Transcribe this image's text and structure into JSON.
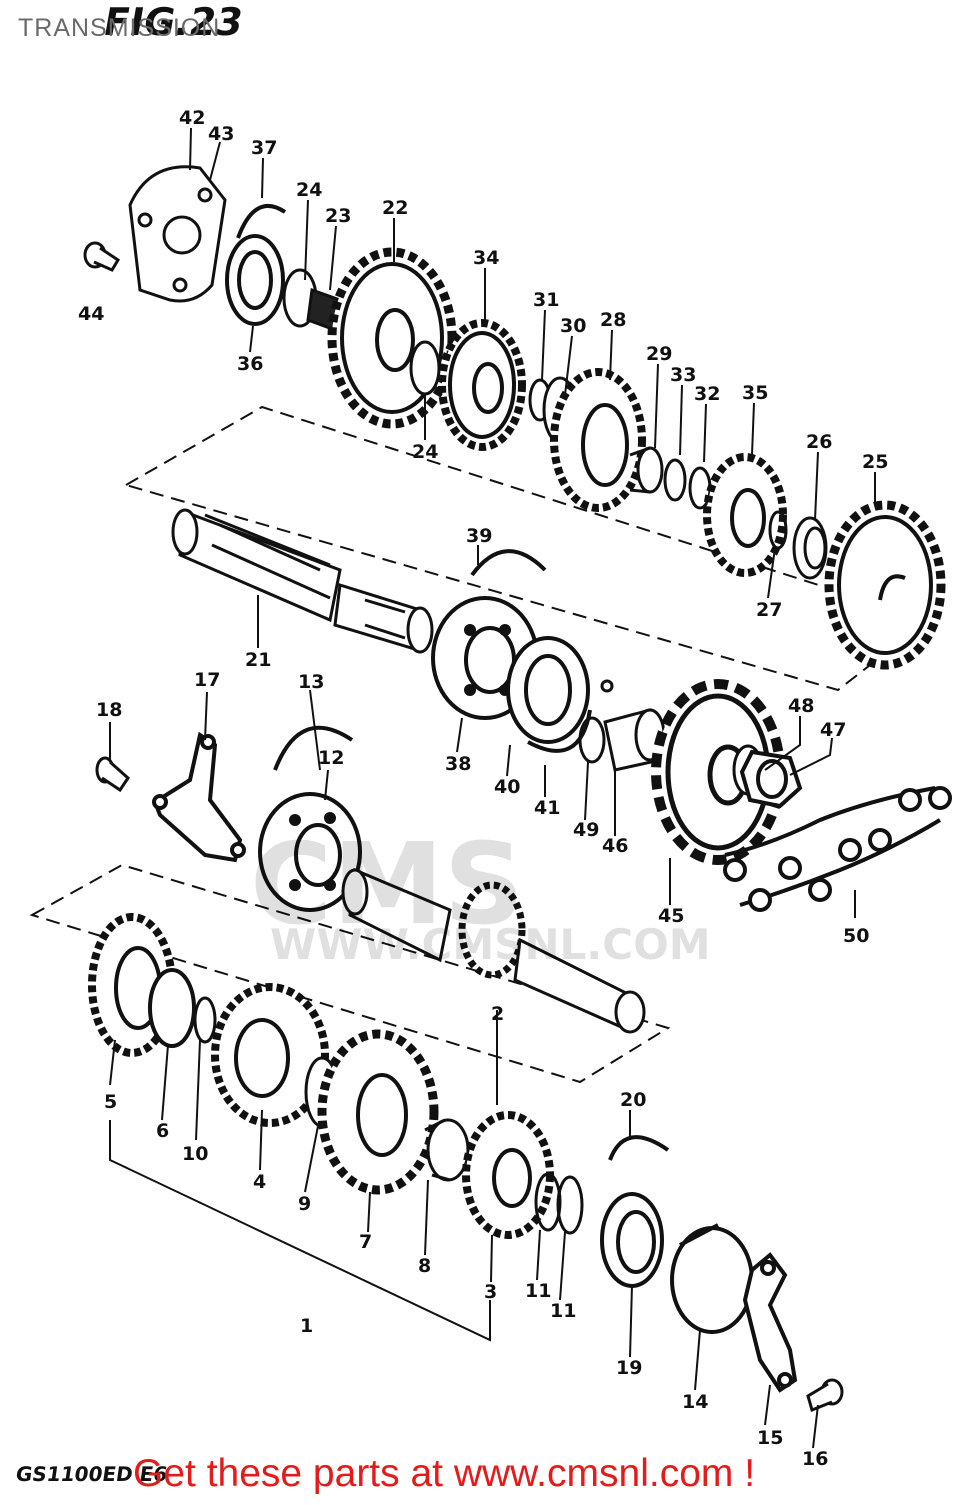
{
  "header": {
    "title": "TRANSMISSION",
    "figure": "FIG.23"
  },
  "footer": {
    "model": "GS1100ED E6",
    "promo": "Get these parts at www.cmsnl.com !"
  },
  "watermark": {
    "brand": "CMS",
    "url": "WWW.CMSNL.COM"
  },
  "callouts": [
    "1",
    "2",
    "3",
    "4",
    "5",
    "6",
    "7",
    "8",
    "9",
    "10",
    "11",
    "11",
    "12",
    "13",
    "14",
    "15",
    "16",
    "17",
    "18",
    "19",
    "20",
    "21",
    "22",
    "23",
    "24",
    "24",
    "25",
    "26",
    "27",
    "28",
    "29",
    "30",
    "31",
    "32",
    "33",
    "34",
    "35",
    "36",
    "37",
    "38",
    "39",
    "40",
    "41",
    "42",
    "43",
    "44",
    "45",
    "46",
    "47",
    "48",
    "49",
    "50"
  ]
}
